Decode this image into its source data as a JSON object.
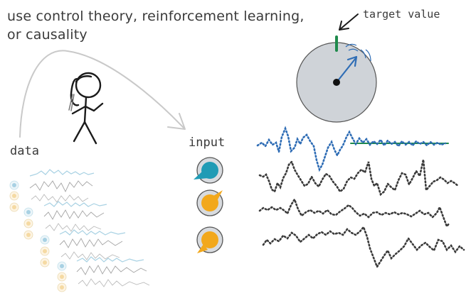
{
  "caption_line1": "use control theory, reinforcement learning,",
  "caption_line2": "or causality",
  "label_data": "data",
  "label_input": "input",
  "label_target": "target value",
  "colors": {
    "ink": "#2b2b2b",
    "curve": "#c9c9c9",
    "gauge_fill": "#cfd3d8",
    "gauge_stroke": "#555555",
    "target_mark": "#1f8a4c",
    "needle": "#2f6db5",
    "series_blue": "#2f6db5",
    "series_dark": "#3b3b3b",
    "target_line": "#1f8a4c",
    "knob_teal": "#1f9bb5",
    "knob_orange": "#f2a81c",
    "knob_ring": "#b0b4ba",
    "faint_blue": "#9fcde0",
    "faint_grey": "#9a9a9a",
    "faint_orange": "#f5d79a"
  },
  "icons": {
    "figure": "stick-figure-icon",
    "arrow": "curved-arrow-icon",
    "gauge": "gauge-dial-icon",
    "pointer": "pointer-arrow-icon"
  }
}
